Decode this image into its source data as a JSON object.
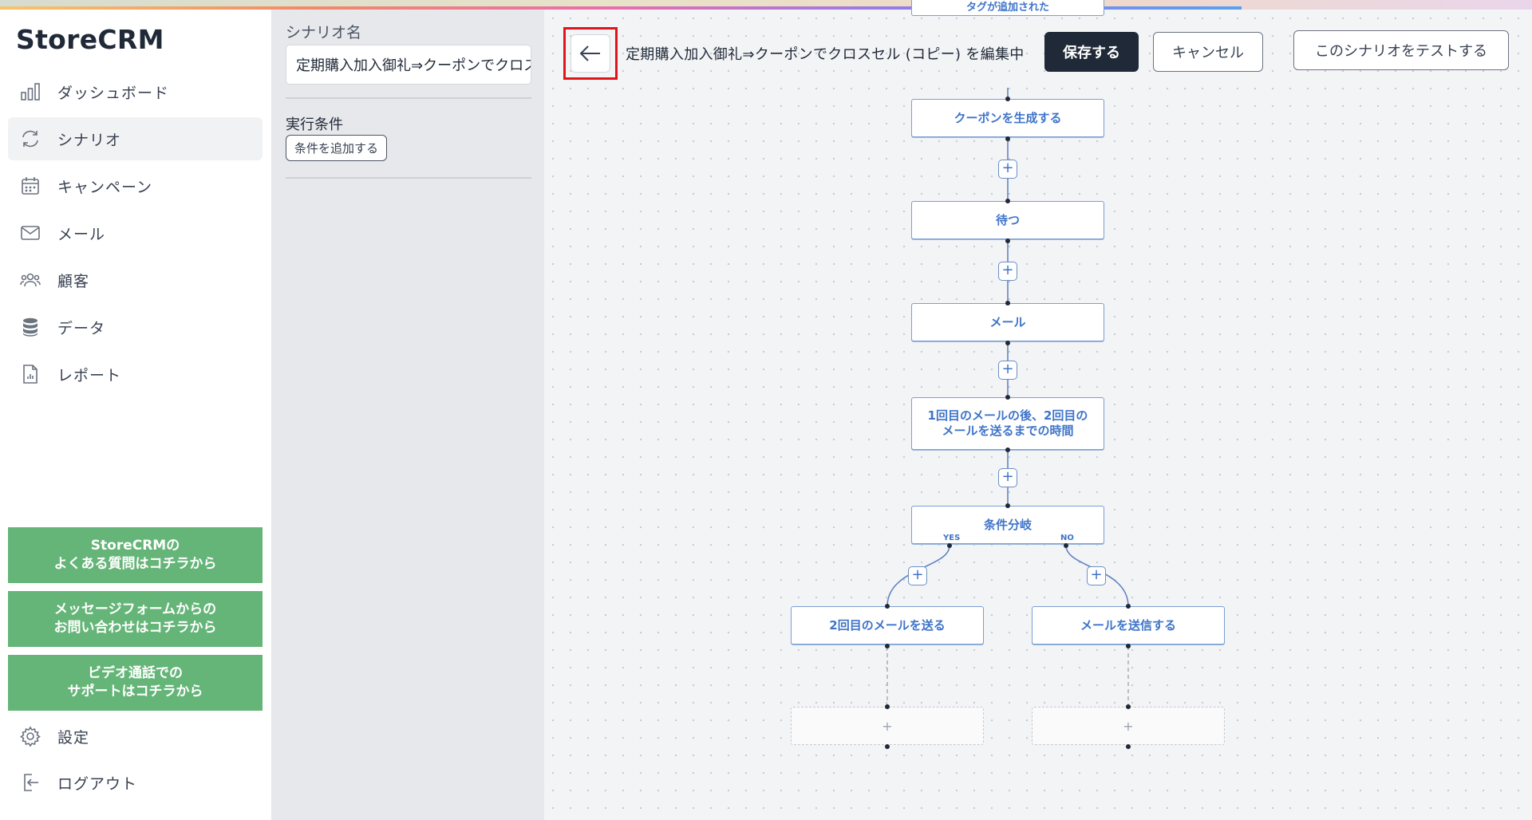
{
  "app": {
    "logo": "StoreCRM"
  },
  "sidebar": {
    "items": [
      {
        "label": "ダッシュボード",
        "icon": "bar-chart-icon"
      },
      {
        "label": "シナリオ",
        "icon": "refresh-icon",
        "active": true
      },
      {
        "label": "キャンペーン",
        "icon": "calendar-icon"
      },
      {
        "label": "メール",
        "icon": "mail-icon"
      },
      {
        "label": "顧客",
        "icon": "users-icon"
      },
      {
        "label": "データ",
        "icon": "database-icon"
      },
      {
        "label": "レポート",
        "icon": "report-icon"
      }
    ],
    "help_buttons": [
      {
        "line1": "StoreCRMの",
        "line2": "よくある質問はコチラから"
      },
      {
        "line1": "メッセージフォームからの",
        "line2": "お問い合わせはコチラから"
      },
      {
        "line1": "ビデオ通話での",
        "line2": "サポートはコチラから"
      }
    ],
    "settings_label": "設定",
    "logout_label": "ログアウト"
  },
  "panel": {
    "scenario_name_label": "シナリオ名",
    "scenario_name_value": "定期購入加入御礼⇒クーポンでクロスセル",
    "conditions_label": "実行条件",
    "add_condition_label": "条件を追加する"
  },
  "header": {
    "editing_title": "定期購入加入御礼⇒クーポンでクロスセル (コピー) を編集中",
    "save_label": "保存する",
    "cancel_label": "キャンセル",
    "test_label": "このシナリオをテストする"
  },
  "flow": {
    "top_node_partial": "タグが追加された",
    "nodes": {
      "coupon": "クーポンを生成する",
      "wait": "待つ",
      "mail": "メール",
      "interval": "1回目のメールの後、2回目のメールを送るまでの時間",
      "branch": "条件分岐",
      "yes_node": "2回目のメールを送る",
      "no_node": "メールを送信する",
      "empty_yes": "+",
      "empty_no": "+"
    },
    "yes_label": "YES",
    "no_label": "NO",
    "plus": "+"
  },
  "colors": {
    "accent_green": "#65b578",
    "node_blue": "#3f74c9",
    "dark_button": "#1f2937",
    "highlight_red": "#e0151b"
  }
}
